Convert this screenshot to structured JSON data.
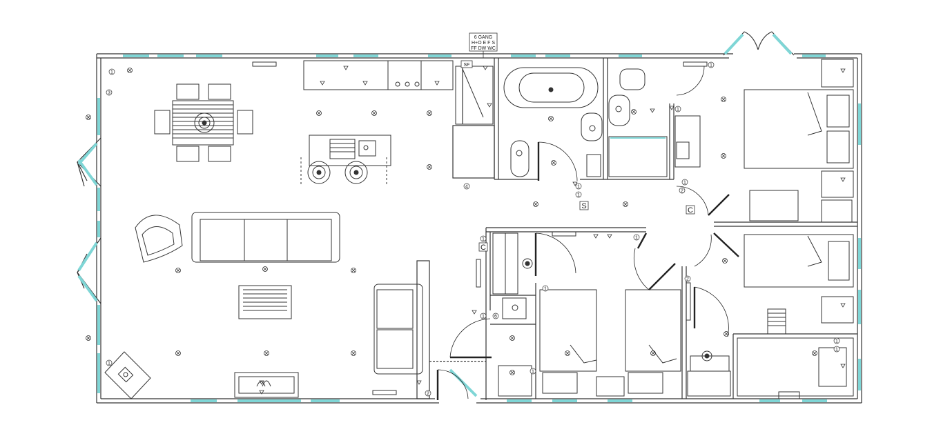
{
  "panel_box": {
    "line1": "6 GANG",
    "line2": "H+O E F S",
    "line3": "FF DW WC"
  },
  "panel_tag": "SF",
  "symbol_letters": [
    {
      "id": "s-switch",
      "text": "S"
    },
    {
      "id": "c-cupboard-1",
      "text": "C"
    },
    {
      "id": "c-cupboard-2",
      "text": "C"
    }
  ],
  "circuit_numbers": [
    {
      "id": "n1",
      "text": "1"
    },
    {
      "id": "n2",
      "text": "3"
    },
    {
      "id": "n3",
      "text": "1"
    },
    {
      "id": "n4",
      "text": "4"
    },
    {
      "id": "n5",
      "text": "2"
    },
    {
      "id": "n6",
      "text": "1"
    },
    {
      "id": "n7",
      "text": "2"
    },
    {
      "id": "n8",
      "text": "1"
    },
    {
      "id": "n9",
      "text": "6"
    },
    {
      "id": "n10",
      "text": "1"
    },
    {
      "id": "n11",
      "text": "1"
    },
    {
      "id": "n12",
      "text": "2"
    },
    {
      "id": "n13",
      "text": "1"
    },
    {
      "id": "n14",
      "text": "1"
    },
    {
      "id": "n15",
      "text": "1"
    },
    {
      "id": "n16",
      "text": "1"
    },
    {
      "id": "n17",
      "text": "1"
    },
    {
      "id": "n18",
      "text": "1"
    },
    {
      "id": "n19",
      "text": "1"
    },
    {
      "id": "n20",
      "text": "1"
    }
  ],
  "colors": {
    "wall": "#333333",
    "glazing": "#7fd6d6",
    "fixture": "#444444"
  }
}
